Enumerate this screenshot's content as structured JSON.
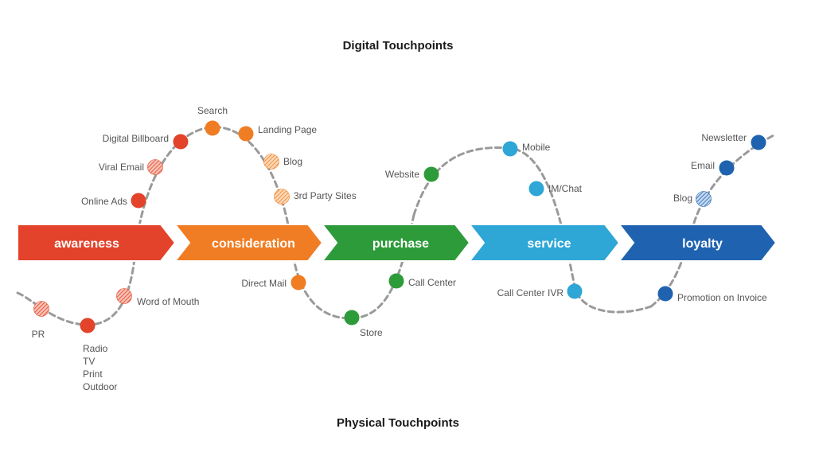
{
  "titles": {
    "digital": "Digital Touchpoints",
    "physical": "Physical Touchpoints"
  },
  "stages": [
    {
      "label": "awareness",
      "color": "#e2432a"
    },
    {
      "label": "consideration",
      "color": "#f07d23"
    },
    {
      "label": "purchase",
      "color": "#2e9b3a"
    },
    {
      "label": "service",
      "color": "#2ea6d6"
    },
    {
      "label": "loyalty",
      "color": "#1f63b0"
    }
  ],
  "touchpoints": [
    {
      "name": "PR",
      "stage": "awareness",
      "style": "hatched"
    },
    {
      "name": "Radio",
      "stage": "awareness",
      "style": "solid"
    },
    {
      "name": "TV",
      "stage": "awareness",
      "style": "none"
    },
    {
      "name": "Print",
      "stage": "awareness",
      "style": "none"
    },
    {
      "name": "Outdoor",
      "stage": "awareness",
      "style": "none"
    },
    {
      "name": "Word of Mouth",
      "stage": "awareness",
      "style": "hatched"
    },
    {
      "name": "Online Ads",
      "stage": "awareness",
      "style": "solid"
    },
    {
      "name": "Viral Email",
      "stage": "awareness",
      "style": "hatched"
    },
    {
      "name": "Digital Billboard",
      "stage": "awareness",
      "style": "solid"
    },
    {
      "name": "Search",
      "stage": "consideration",
      "style": "solid"
    },
    {
      "name": "Landing Page",
      "stage": "consideration",
      "style": "solid"
    },
    {
      "name": "Blog",
      "stage": "consideration",
      "style": "hatched"
    },
    {
      "name": "3rd Party Sites",
      "stage": "consideration",
      "style": "hatched"
    },
    {
      "name": "Direct Mail",
      "stage": "consideration",
      "style": "solid"
    },
    {
      "name": "Store",
      "stage": "purchase",
      "style": "solid"
    },
    {
      "name": "Call Center",
      "stage": "purchase",
      "style": "solid"
    },
    {
      "name": "Website",
      "stage": "purchase",
      "style": "solid"
    },
    {
      "name": "Mobile",
      "stage": "service",
      "style": "solid"
    },
    {
      "name": "IM/Chat",
      "stage": "service",
      "style": "solid"
    },
    {
      "name": "Call Center IVR",
      "stage": "service",
      "style": "solid"
    },
    {
      "name": "Promotion on Invoice",
      "stage": "loyalty",
      "style": "solid"
    },
    {
      "name": "Blog",
      "stage": "loyalty",
      "style": "hatched"
    },
    {
      "name": "Email",
      "stage": "loyalty",
      "style": "solid"
    },
    {
      "name": "Newsletter",
      "stage": "loyalty",
      "style": "solid"
    }
  ]
}
